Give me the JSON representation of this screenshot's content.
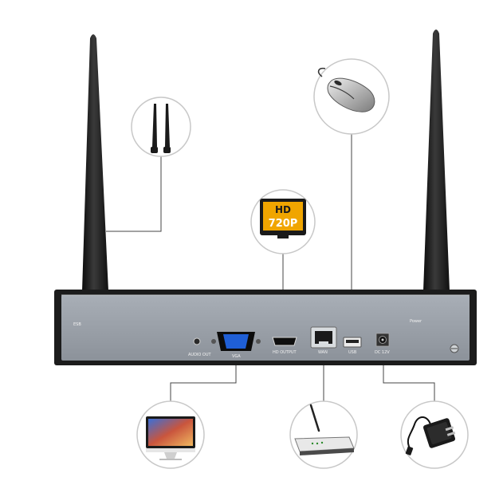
{
  "panel_labels": {
    "audio_out": "AUDIO OUT",
    "vga": "VGA",
    "hd_output": "HD OUTPUT",
    "wan": "WAN",
    "usb": "USB",
    "power_input": "DC 12V",
    "power": "Power",
    "esb": "ESB"
  },
  "callout_hd": {
    "line1": "HD",
    "line2": "720P"
  },
  "colors": {
    "device_body": "#1c1c1c",
    "panel_face": "#9aa0a8",
    "callout_ring": "#c8c8c8",
    "hd_badge": "#f0a500",
    "leader_line": "#444444"
  },
  "icons": [
    "antenna-icon",
    "hd-720p-icon",
    "mouse-icon",
    "monitor-icon",
    "router-icon",
    "power-adapter-icon"
  ]
}
